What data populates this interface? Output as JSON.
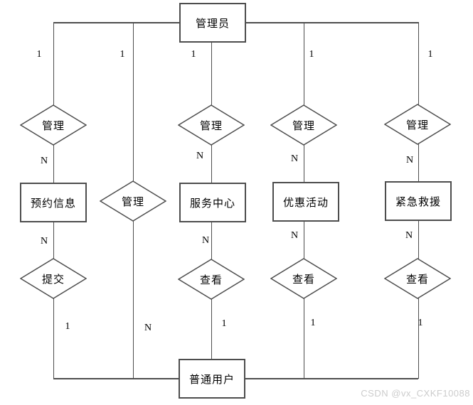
{
  "nodes": {
    "admin": {
      "label": "管理员"
    },
    "reservation": {
      "label": "预约信息"
    },
    "service_center": {
      "label": "服务中心"
    },
    "promotion": {
      "label": "优惠活动"
    },
    "rescue": {
      "label": "紧急救援"
    },
    "user": {
      "label": "普通用户"
    }
  },
  "relations": {
    "manage": {
      "label": "管理"
    },
    "submit": {
      "label": "提交"
    },
    "view": {
      "label": "查看"
    }
  },
  "cardinality": {
    "one": "1",
    "many": "N"
  },
  "watermark": {
    "text": "CSDN @vx_CXKF10088"
  },
  "colors": {
    "line": "#4d4d4d",
    "watermark": "#cccccc"
  }
}
